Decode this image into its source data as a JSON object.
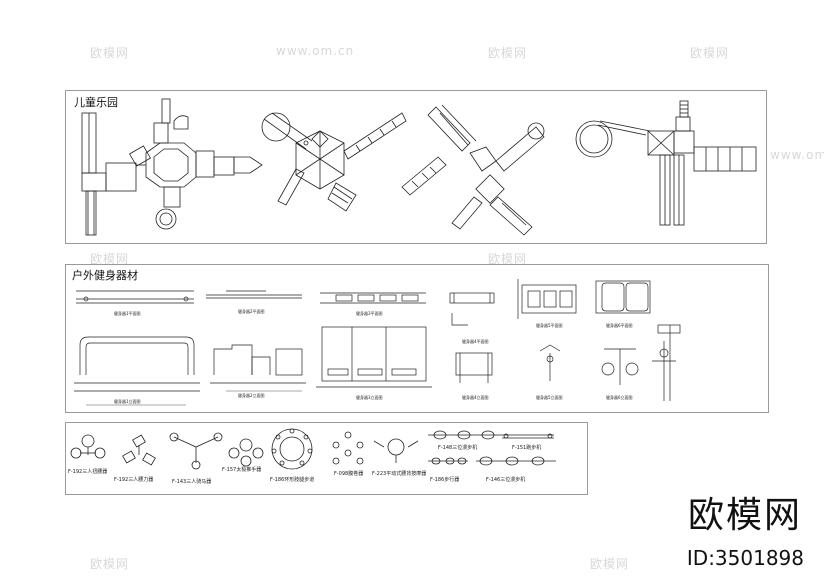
{
  "panels": {
    "playground_title": "儿童乐园",
    "fitness_title": "户外健身器材"
  },
  "equipment_labels": [
    "F-192三人扭腰器",
    "F-192三人腰力器",
    "F-143三人骑马器",
    "F-157太极推手器",
    "F-186环形肢腿步道",
    "F-098腹卷器",
    "F-223平动式腰背按摩器",
    "F-186步行器",
    "F-148三位漫步机",
    "F-151跑步机",
    "F-146三位漫步机"
  ],
  "plan_labels": {
    "set1_plan": "健身器1平面图",
    "set1_elev": "健身器1立面图",
    "set2_plan": "健身器2平面图",
    "set2_elev": "健身器2立面图",
    "set3_plan": "健身器3平面图",
    "set3_elev": "健身器3立面图",
    "set4_plan": "健身器4平面图",
    "set4_elev": "健身器4立面图",
    "set5_plan": "健身器5平面图",
    "set5_elev": "健身器5立面图",
    "set6_plan": "健身器6平面图",
    "set6_elev": "健身器6立面图"
  },
  "watermark": "欧模网",
  "watermark_url": "www.om.cn",
  "brand": {
    "name": "欧模网",
    "id": "ID:3501898"
  }
}
